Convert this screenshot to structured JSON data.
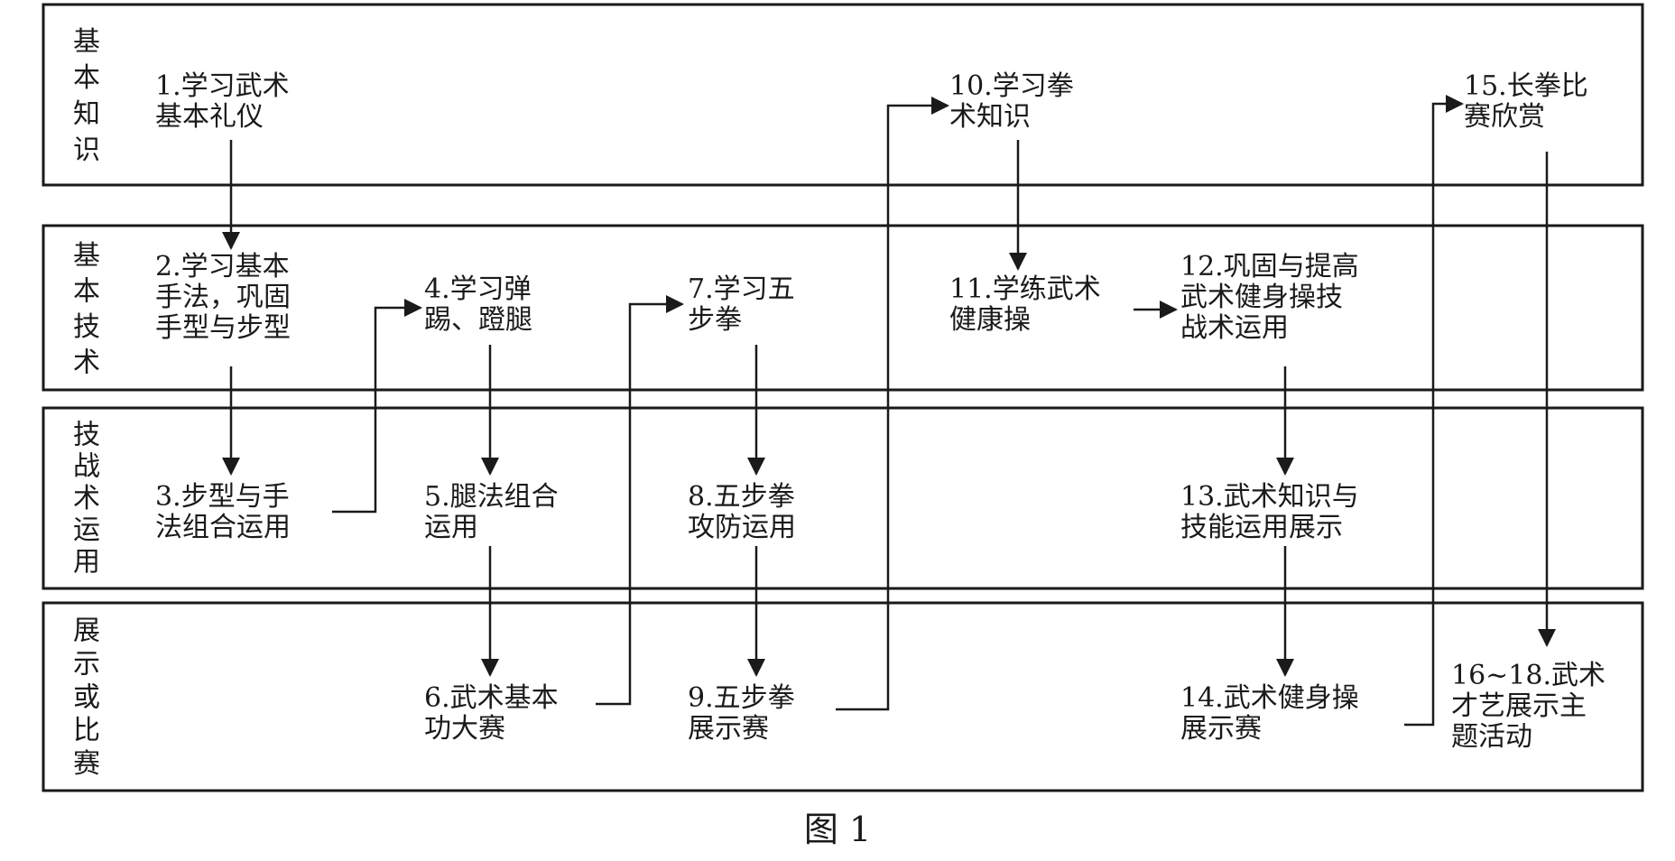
{
  "rows": [
    {
      "id": "knowledge",
      "label_chars": [
        "基",
        "本",
        "知",
        "识"
      ]
    },
    {
      "id": "skill",
      "label_chars": [
        "基",
        "本",
        "技",
        "术"
      ]
    },
    {
      "id": "application",
      "label_chars": [
        "技",
        "战",
        "术",
        "运",
        "用"
      ]
    },
    {
      "id": "competition",
      "label_chars": [
        "展",
        "示",
        "或",
        "比",
        "赛"
      ]
    }
  ],
  "nodes": [
    {
      "id": "n1",
      "lines": [
        "1.学习武术",
        "基本礼仪"
      ]
    },
    {
      "id": "n2",
      "lines": [
        "2.学习基本",
        "手法，巩固",
        "手型与步型"
      ]
    },
    {
      "id": "n3",
      "lines": [
        "3.步型与手",
        "法组合运用"
      ]
    },
    {
      "id": "n4",
      "lines": [
        "4.学习弹",
        "踢、蹬腿"
      ]
    },
    {
      "id": "n5",
      "lines": [
        "5.腿法组合",
        "运用"
      ]
    },
    {
      "id": "n6",
      "lines": [
        "6.武术基本",
        "功大赛"
      ]
    },
    {
      "id": "n7",
      "lines": [
        "7.学习五",
        "步拳"
      ]
    },
    {
      "id": "n8",
      "lines": [
        "8.五步拳",
        "攻防运用"
      ]
    },
    {
      "id": "n9",
      "lines": [
        "9.五步拳",
        "展示赛"
      ]
    },
    {
      "id": "n10",
      "lines": [
        "10.学习拳",
        "术知识"
      ]
    },
    {
      "id": "n11",
      "lines": [
        "11.学练武术",
        "健康操"
      ]
    },
    {
      "id": "n12",
      "lines": [
        "12.巩固与提高",
        "武术健身操技",
        "战术运用"
      ]
    },
    {
      "id": "n13",
      "lines": [
        "13.武术知识与",
        "技能运用展示"
      ]
    },
    {
      "id": "n14",
      "lines": [
        "14.武术健身操",
        "展示赛"
      ]
    },
    {
      "id": "n15",
      "lines": [
        "15.长拳比",
        "赛欣赏"
      ]
    },
    {
      "id": "n16",
      "lines": [
        "16~18.武术",
        "才艺展示主",
        "题活动"
      ]
    }
  ],
  "edges": [
    {
      "from": "n1",
      "to": "n2"
    },
    {
      "from": "n2",
      "to": "n3"
    },
    {
      "from": "n3",
      "to": "n4"
    },
    {
      "from": "n4",
      "to": "n5"
    },
    {
      "from": "n5",
      "to": "n6"
    },
    {
      "from": "n6",
      "to": "n7"
    },
    {
      "from": "n7",
      "to": "n8"
    },
    {
      "from": "n8",
      "to": "n9"
    },
    {
      "from": "n9",
      "to": "n10"
    },
    {
      "from": "n10",
      "to": "n11"
    },
    {
      "from": "n11",
      "to": "n12"
    },
    {
      "from": "n12",
      "to": "n13"
    },
    {
      "from": "n13",
      "to": "n14"
    },
    {
      "from": "n14",
      "to": "n15"
    },
    {
      "from": "n15",
      "to": "n16"
    }
  ],
  "caption": "图 1"
}
